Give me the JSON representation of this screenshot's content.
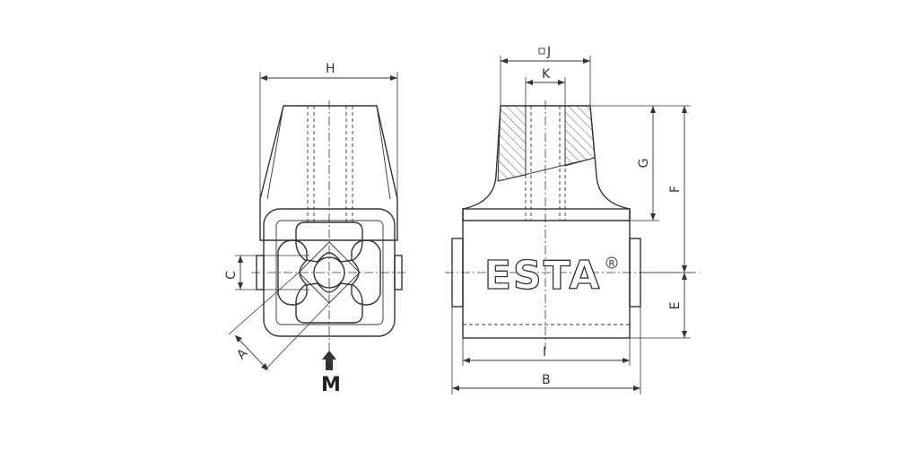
{
  "dimensions": {
    "H": "H",
    "C": "C",
    "A": "A",
    "J": "J",
    "K": "K",
    "G": "G",
    "F": "F",
    "E": "E",
    "I": "I",
    "B": "B"
  },
  "symbols": {
    "J_prefix": "square-symbol"
  },
  "view_marker": {
    "label": "M"
  },
  "logo": {
    "text": "ESTA",
    "registered": "R"
  },
  "colors": {
    "line": "#333333",
    "background": "#ffffff"
  }
}
